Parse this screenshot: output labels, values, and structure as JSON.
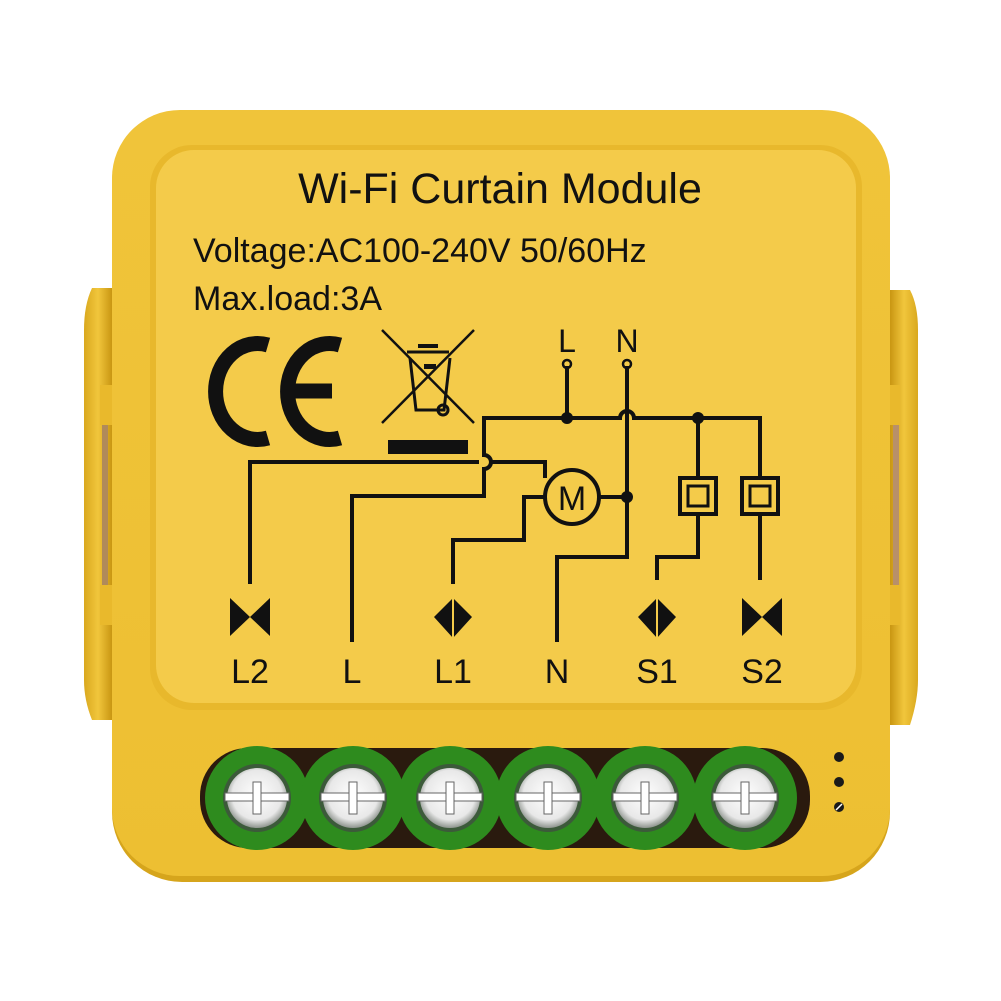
{
  "product": {
    "title": "Wi-Fi Curtain Module",
    "voltage": "Voltage:AC100-240V 50/60Hz",
    "max_load": "Max.load:3A",
    "marks": [
      "CE",
      "WEEE crossed-out bin"
    ]
  },
  "diagram": {
    "supply_labels": [
      "L",
      "N"
    ],
    "motor_label": "M",
    "terminals": [
      {
        "label": "L2",
        "symbol": "bowtie"
      },
      {
        "label": "L",
        "symbol": "line"
      },
      {
        "label": "L1",
        "symbol": "diamond"
      },
      {
        "label": "N",
        "symbol": "line"
      },
      {
        "label": "S1",
        "symbol": "diamond"
      },
      {
        "label": "S2",
        "symbol": "bowtie"
      }
    ]
  },
  "colors": {
    "housing": "#F2C637",
    "housing_shade": "#E0AE22",
    "label_face": "#F4CB4A",
    "ink": "#111111",
    "terminal_block": "#2E8B1E",
    "terminal_dark": "#1F5F14",
    "screw": "#F2F2F2",
    "background": "#FFFFFF"
  },
  "indicators": {
    "led_dots": 3
  }
}
